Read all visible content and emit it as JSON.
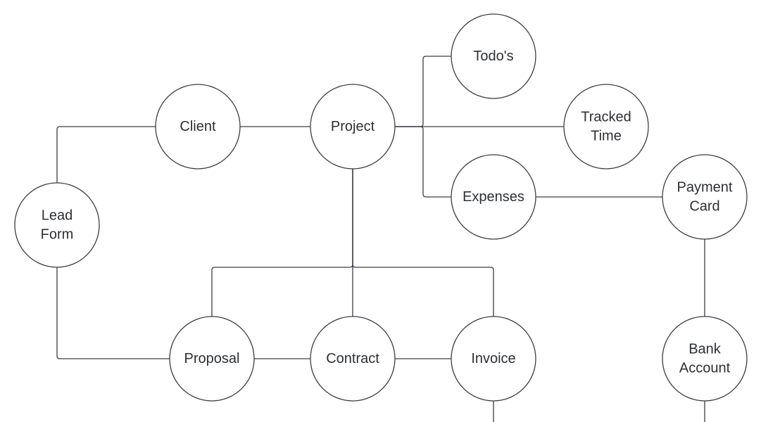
{
  "diagram": {
    "nodes": [
      {
        "id": "lead-form",
        "label": [
          "Lead",
          "Form"
        ]
      },
      {
        "id": "client",
        "label": [
          "Client"
        ]
      },
      {
        "id": "project",
        "label": [
          "Project"
        ]
      },
      {
        "id": "todos",
        "label": [
          "Todo's"
        ]
      },
      {
        "id": "tracked-time",
        "label": [
          "Tracked",
          "Time"
        ]
      },
      {
        "id": "expenses",
        "label": [
          "Expenses"
        ]
      },
      {
        "id": "payment-card",
        "label": [
          "Payment",
          "Card"
        ]
      },
      {
        "id": "proposal",
        "label": [
          "Proposal"
        ]
      },
      {
        "id": "contract",
        "label": [
          "Contract"
        ]
      },
      {
        "id": "invoice",
        "label": [
          "Invoice"
        ]
      },
      {
        "id": "bank-account",
        "label": [
          "Bank",
          "Account"
        ]
      }
    ],
    "edges": [
      [
        "lead-form",
        "client"
      ],
      [
        "client",
        "project"
      ],
      [
        "project",
        "todos"
      ],
      [
        "project",
        "tracked-time"
      ],
      [
        "project",
        "expenses"
      ],
      [
        "expenses",
        "payment-card"
      ],
      [
        "payment-card",
        "bank-account"
      ],
      [
        "project",
        "proposal"
      ],
      [
        "project",
        "contract"
      ],
      [
        "project",
        "invoice"
      ],
      [
        "lead-form",
        "proposal"
      ],
      [
        "proposal",
        "contract"
      ],
      [
        "contract",
        "invoice"
      ]
    ],
    "colors": {
      "stroke": "#3a3d42",
      "text": "#2c2f33",
      "background": "#ffffff"
    }
  }
}
